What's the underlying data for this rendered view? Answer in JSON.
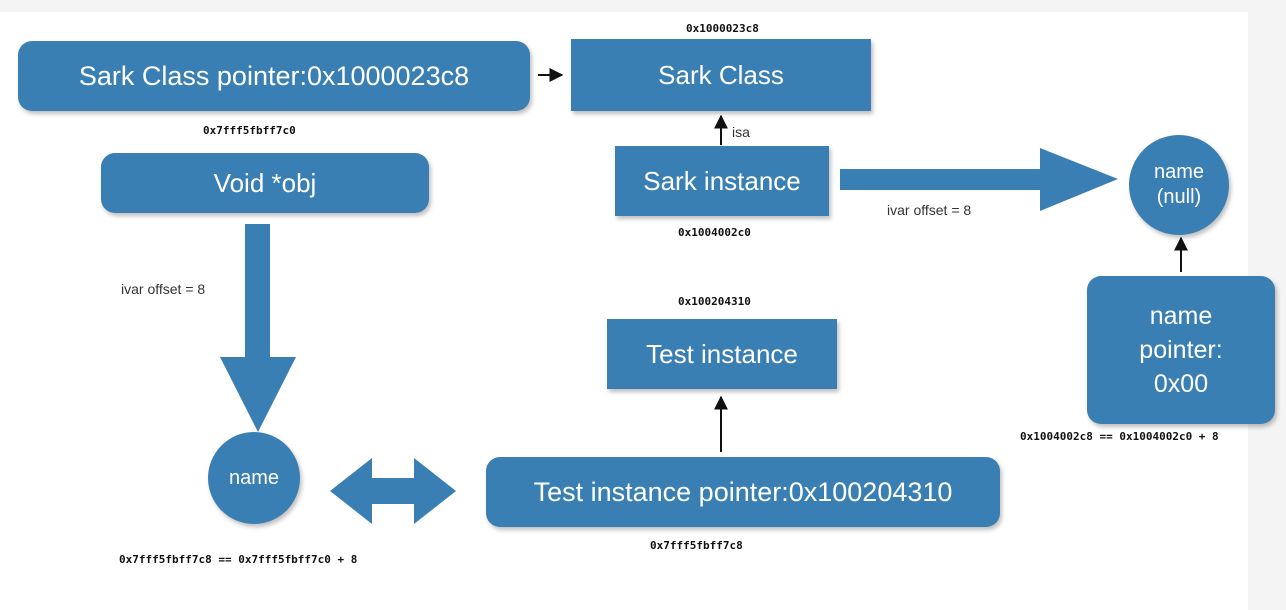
{
  "nodes": {
    "sark_class_pointer": "Sark Class pointer:0x1000023c8",
    "sark_class": "Sark Class",
    "void_obj": "Void *obj",
    "sark_instance": "Sark instance",
    "name_null_line1": "name",
    "name_null_line2": "(null)",
    "test_instance": "Test instance",
    "name_pointer_line1": "name",
    "name_pointer_line2": "pointer:",
    "name_pointer_line3": "0x00",
    "name_circle": "name",
    "test_instance_pointer": "Test instance pointer:0x100204310"
  },
  "addresses": {
    "sark_class": "0x1000023c8",
    "sark_class_pointer": "0x7fff5fbff7c0",
    "sark_instance": "0x1004002c0",
    "test_instance": "0x100204310",
    "name_pointer": "0x1004002c8 == 0x1004002c0 + 8",
    "name_circle": "0x7fff5fbff7c8 == 0x7fff5fbff7c0 + 8",
    "test_instance_pointer": "0x7fff5fbff7c8"
  },
  "labels": {
    "isa": "isa",
    "ivar_offset_left": "ivar offset = 8",
    "ivar_offset_right": "ivar offset = 8"
  },
  "colors": {
    "node_fill": "#3a7fb4",
    "arrow_fill": "#3a7fb4",
    "text": "#ffffff"
  }
}
